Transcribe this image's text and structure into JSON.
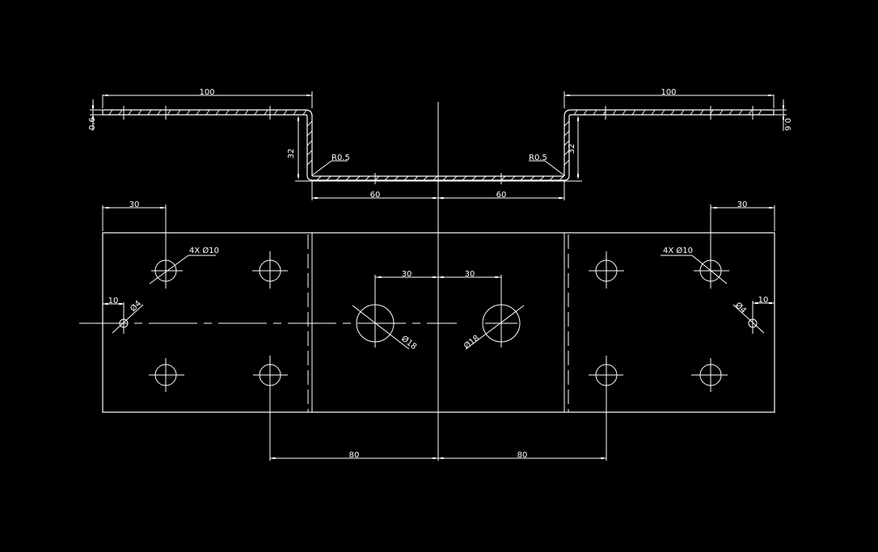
{
  "drawing": {
    "background": "#000000",
    "line_color": "#ffffff",
    "profile_view": {
      "left_flange_length": "100",
      "right_flange_length": "100",
      "thickness_left": "0.6",
      "thickness_right": "0.6",
      "left_height": "32",
      "right_height": "32",
      "left_radius": "R0.5",
      "right_radius": "R0.5",
      "bottom_left": "60",
      "bottom_right": "60"
    },
    "plan_view": {
      "left_edge_offset": "30",
      "right_edge_offset": "30",
      "left_hole_callout": "4X Ø10",
      "right_hole_callout": "4X Ø10",
      "left_small_hole": "Ø4",
      "right_small_hole": "Ø4",
      "left_small_offset": "10",
      "right_small_offset": "10",
      "center_left_offset": "30",
      "center_right_offset": "30",
      "center_left_hole": "Ø18",
      "center_right_hole": "Ø18",
      "bottom_left_span": "80",
      "bottom_right_span": "80"
    }
  }
}
